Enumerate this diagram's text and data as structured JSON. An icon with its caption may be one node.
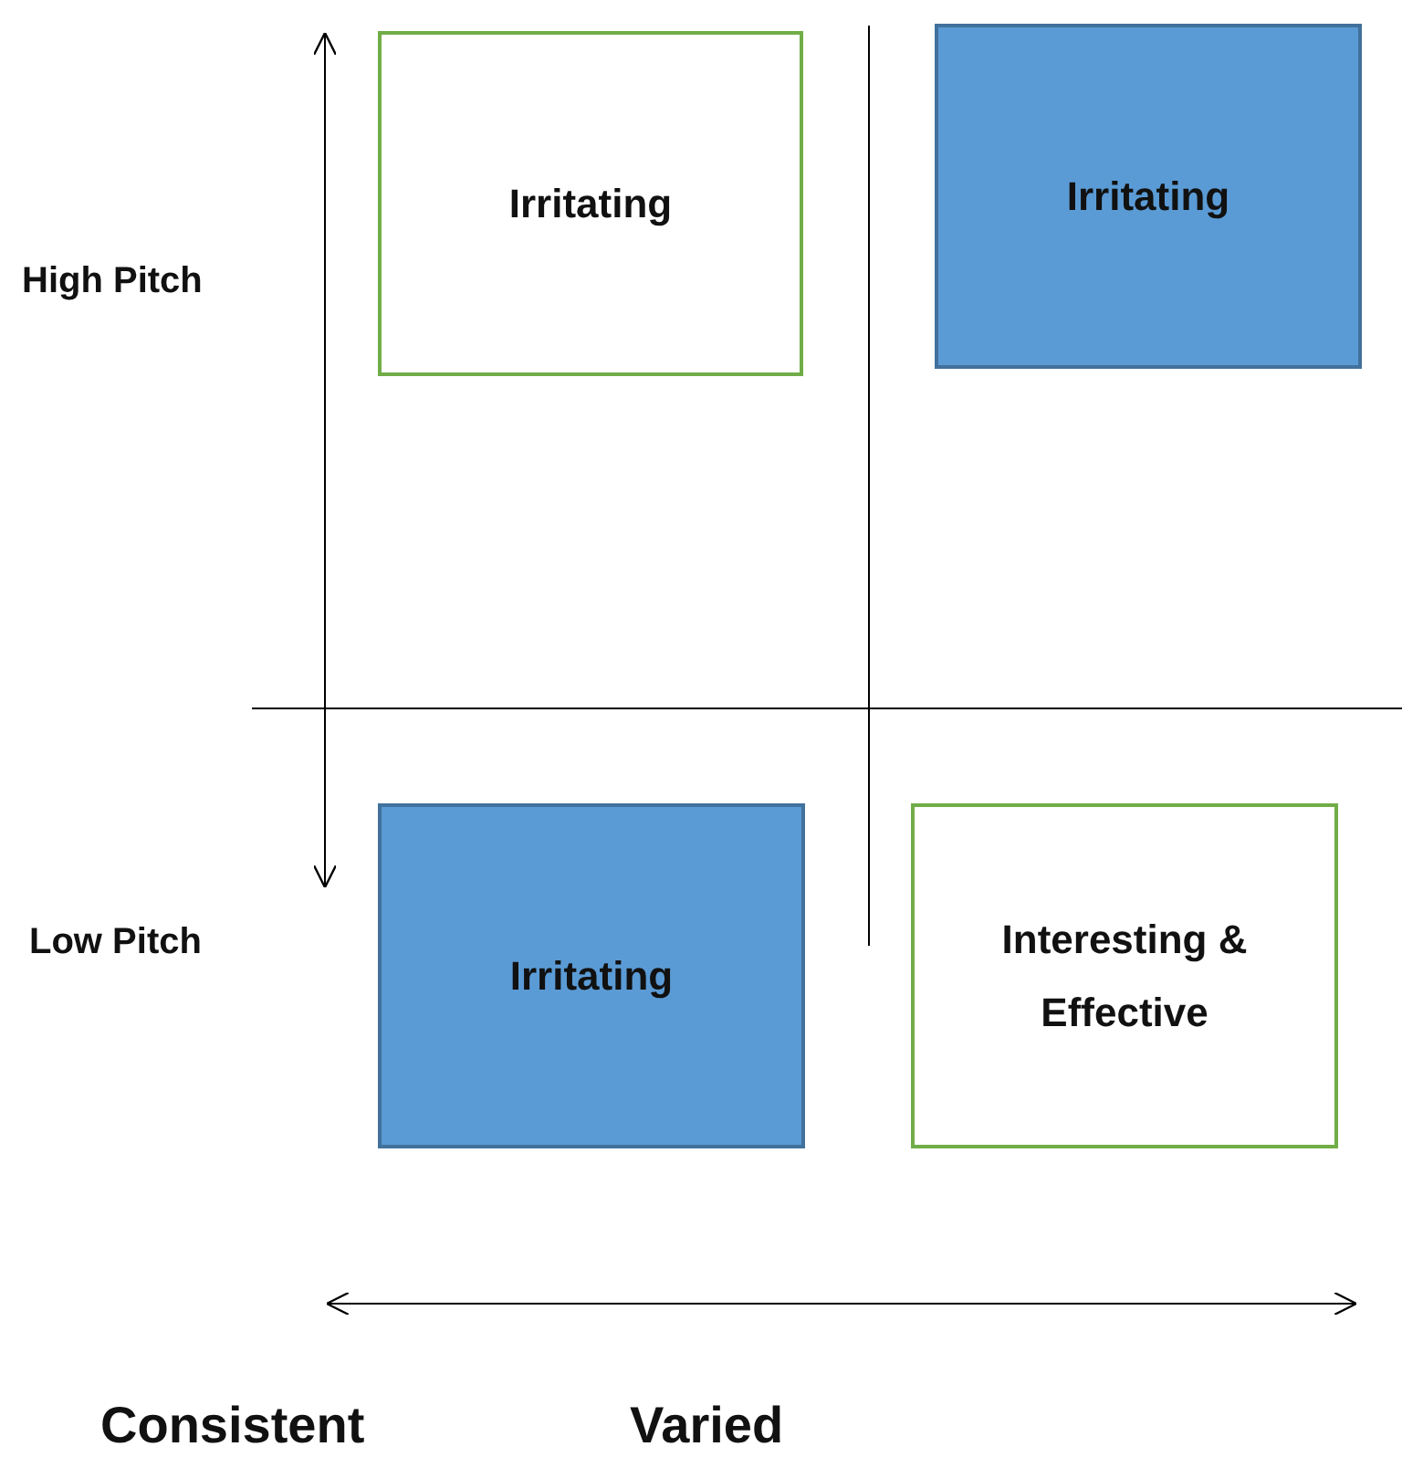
{
  "diagram": {
    "nodes": [
      {
        "text": [
          "Irritating"
        ]
      },
      {
        "text": [
          "Irritating"
        ]
      },
      {
        "text": [
          "Irritating"
        ]
      },
      {
        "text": [
          "Interesting & Effective"
        ]
      }
    ],
    "labels": [
      "High Pitch",
      "Low Pitch",
      "Consistent",
      "Varied"
    ]
  }
}
